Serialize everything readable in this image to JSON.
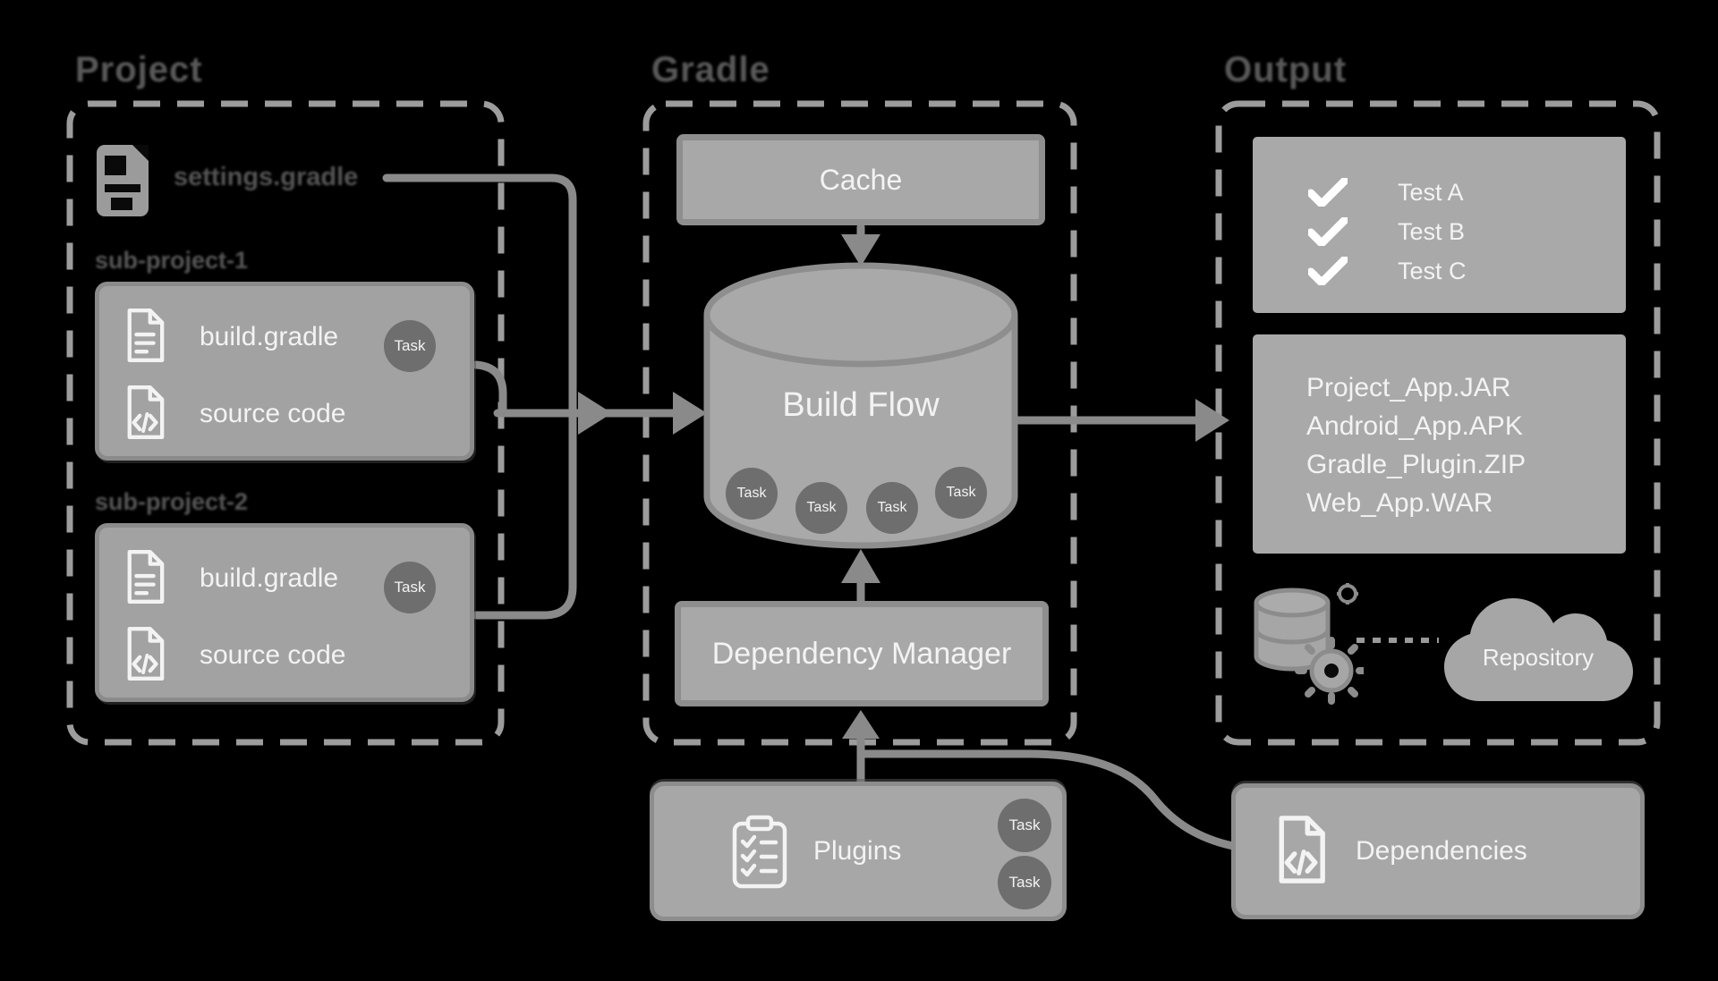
{
  "colors": {
    "background": "#000000",
    "panel_fill": "#a6a6a6",
    "panel_border": "#8d8d8d",
    "dashed_border": "#9c9c9c",
    "connector": "#8a8a8a",
    "task_circle": "#6e6e6e",
    "light_text": "#f3f3f3",
    "dim_text": "#575757"
  },
  "project": {
    "title": "Project",
    "settings_file": "settings.gradle",
    "subprojects": [
      {
        "label": "sub-project-1",
        "build_file": "build.gradle",
        "build_badge": "Task",
        "source": "source code"
      },
      {
        "label": "sub-project-2",
        "build_file": "build.gradle",
        "build_badge": "Task",
        "source": "source code"
      }
    ]
  },
  "gradle": {
    "title": "Gradle",
    "cache_label": "Cache",
    "build_flow_label": "Build Flow",
    "build_flow_tasks": [
      "Task",
      "Task",
      "Task",
      "Task"
    ],
    "dependency_manager_label": "Dependency Manager"
  },
  "output": {
    "title": "Output",
    "tests": [
      "Test A",
      "Test B",
      "Test C"
    ],
    "artifacts": [
      "Project_App.JAR",
      "Android_App.APK",
      "Gradle_Plugin.ZIP",
      "Web_App.WAR"
    ],
    "repository_label": "Repository"
  },
  "plugins": {
    "label": "Plugins",
    "tasks": [
      "Task",
      "Task"
    ]
  },
  "dependencies": {
    "label": "Dependencies"
  }
}
